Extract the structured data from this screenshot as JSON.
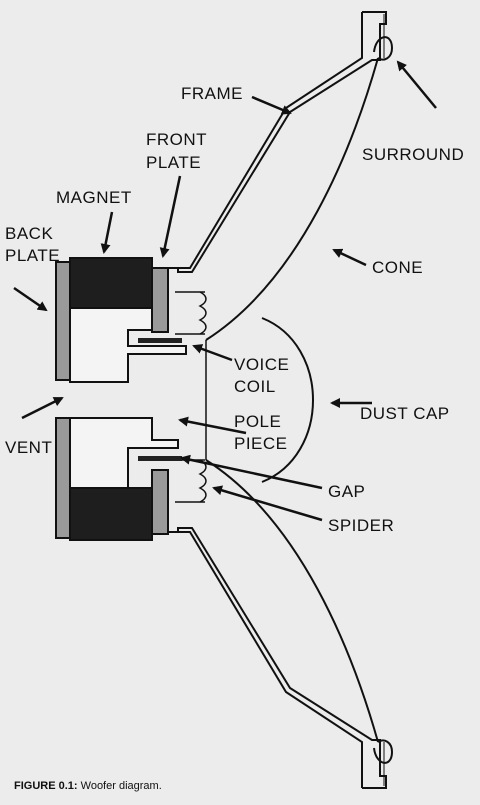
{
  "labels": {
    "frame": "FRAME",
    "front_plate_line1": "FRONT",
    "front_plate_line2": "PLATE",
    "magnet": "MAGNET",
    "back_plate_line1": "BACK",
    "back_plate_line2": "PLATE",
    "surround": "SURROUND",
    "cone": "CONE",
    "voice_coil_line1": "VOICE",
    "voice_coil_line2": "COIL",
    "dust_cap": "DUST CAP",
    "pole_piece_line1": "POLE",
    "pole_piece_line2": "PIECE",
    "vent": "VENT",
    "gap": "GAP",
    "spider": "SPIDER"
  },
  "caption": {
    "figure": "FIGURE 0.1:",
    "text": "Woofer diagram."
  }
}
